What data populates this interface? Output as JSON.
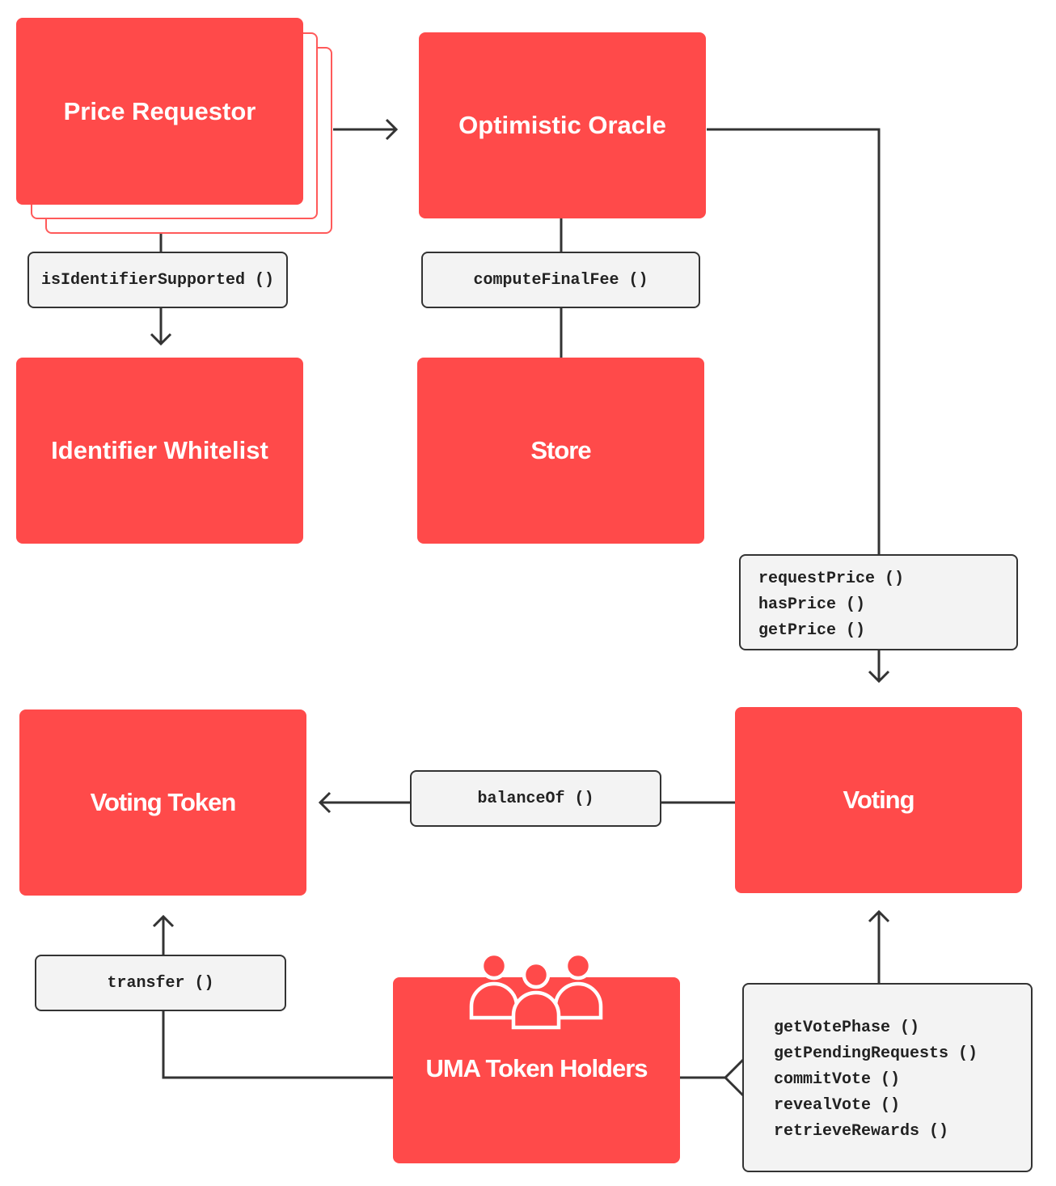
{
  "nodes": {
    "price_requestor": "Price Requestor",
    "optimistic_oracle": "Optimistic Oracle",
    "identifier_whitelist": "Identifier Whitelist",
    "store": "Store",
    "voting_token": "Voting Token",
    "voting": "Voting",
    "uma_token_holders": "UMA Token Holders"
  },
  "functions": {
    "is_identifier_supported": "isIdentifierSupported ()",
    "compute_final_fee": "computeFinalFee ()",
    "oracle_calls": [
      "requestPrice ()",
      "hasPrice ()",
      "getPrice ()"
    ],
    "balance_of": "balanceOf ()",
    "transfer": "transfer ()",
    "voting_calls": [
      "getVotePhase ()",
      "getPendingRequests ()",
      "commitVote ()",
      "revealVote ()",
      "retrieveRewards ()"
    ]
  },
  "colors": {
    "node_fill": "#ff4a4a",
    "node_text": "#ffffff",
    "function_fill": "#f3f3f3",
    "connector": "#333333"
  },
  "icons": {
    "people": "people-group-icon"
  }
}
